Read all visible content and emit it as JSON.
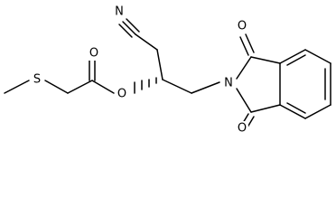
{
  "atoms": {
    "nitrile_n": "N",
    "ring_n": "N",
    "imide_o_top": "O",
    "imide_o_bottom": "O",
    "ester_carbonyl_o": "O",
    "ester_o": "O",
    "sulfur": "S"
  },
  "stereo": {
    "type": "hashed-wedge",
    "at": "chiral-carbon"
  },
  "colors": {
    "bond": "#000000",
    "label": "#000000",
    "background": "#ffffff"
  }
}
